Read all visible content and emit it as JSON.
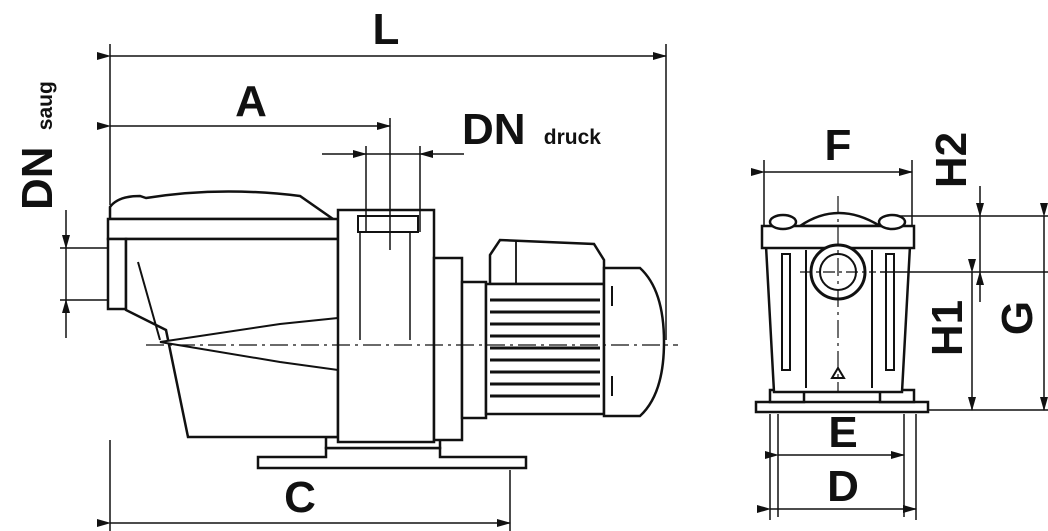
{
  "labels": {
    "L": "L",
    "A": "A",
    "C": "C",
    "DN": "DN",
    "druck": "druck",
    "saug": "saug",
    "F": "F",
    "H2": "H2",
    "H1": "H1",
    "G": "G",
    "E": "E",
    "D": "D"
  }
}
